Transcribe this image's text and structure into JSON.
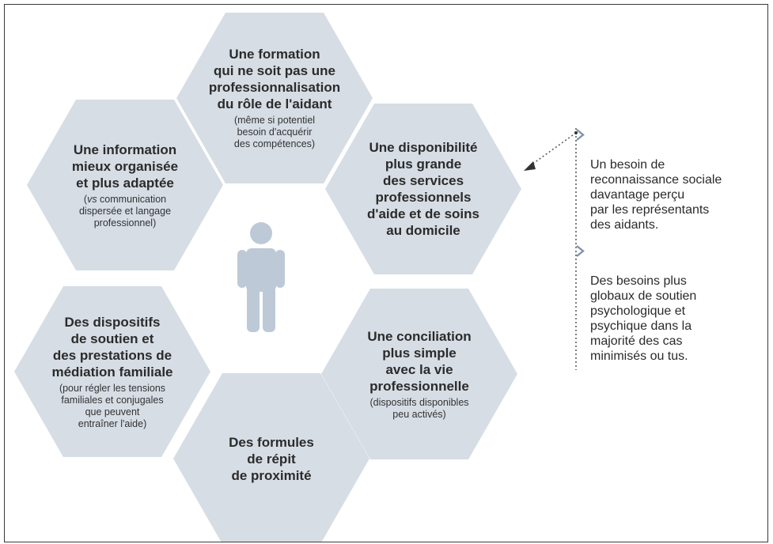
{
  "hexagons": [
    {
      "id": "formation",
      "title": "Une formation\nqui ne soit pas une\nprofessionnalisation\ndu rôle de l'aidant",
      "subtitle": "(même si potentiel\nbesoin d'acquérir\ndes compétences)"
    },
    {
      "id": "information",
      "title": "Une information\nmieux organisée\net plus adaptée",
      "subtitle_italic": "vs",
      "subtitle": " communication\ndispersée et langage\nprofessionnel)"
    },
    {
      "id": "disponibilite",
      "title": "Une disponibilité\nplus grande\ndes services\nprofessionnels\nd'aide et de soins\nau domicile",
      "subtitle": ""
    },
    {
      "id": "dispositifs",
      "title": "Des dispositifs\nde soutien et\ndes prestations de\nmédiation familiale",
      "subtitle": "(pour régler les tensions\nfamiliales et conjugales\nque peuvent\nentraîner l'aide)"
    },
    {
      "id": "conciliation",
      "title": "Une conciliation\nplus simple\navec la vie\nprofessionnelle",
      "subtitle": "(dispositifs disponibles\npeu activés)"
    },
    {
      "id": "repit",
      "title": "Des formules\nde répit\nde proximité",
      "subtitle": ""
    }
  ],
  "notes": [
    "Un besoin de\nreconnaissance sociale\ndavantage perçu\npar les représentants\ndes aidants.",
    "Des besoins plus\nglobaux de soutien\npsychologique et\npsychique dans la\nmajorité des cas\nminimisés ou tus."
  ],
  "colors": {
    "hexagon_fill": "#d6dde5",
    "person_fill": "#bdc9d6",
    "chevron": "#7f93ab",
    "frame": "#3a3a3a"
  },
  "icons": [
    "person-icon",
    "chevron-right-icon",
    "dotted-arrow-icon"
  ]
}
